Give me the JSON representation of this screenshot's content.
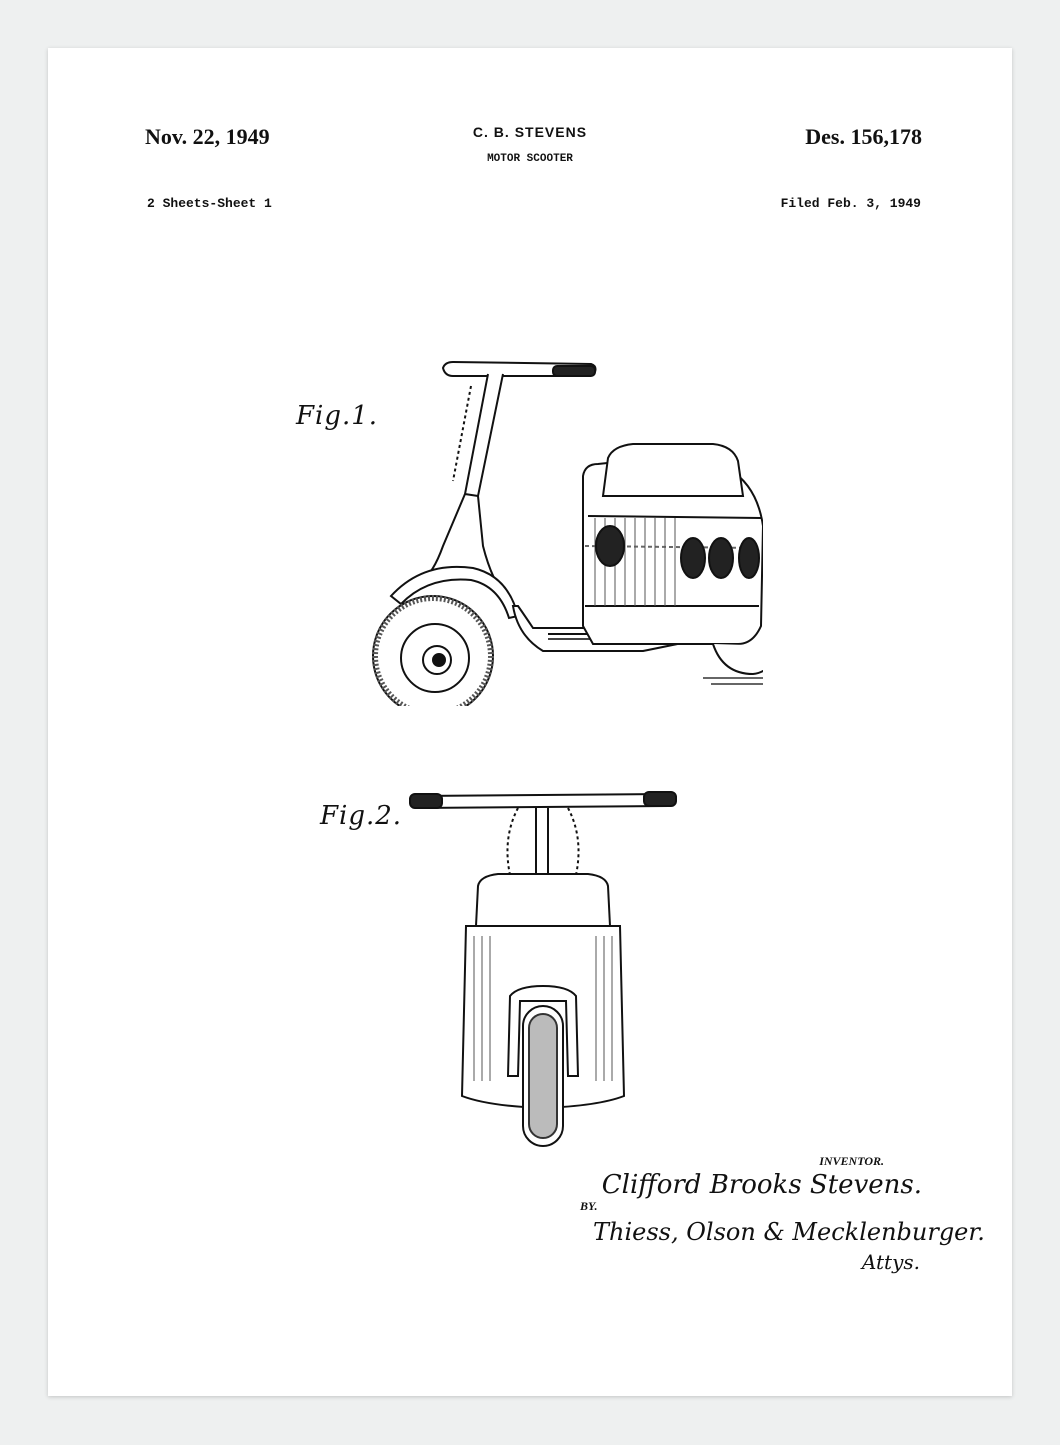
{
  "header": {
    "date": "Nov. 22, 1949",
    "inventor_short": "C. B. STEVENS",
    "title": "MOTOR SCOOTER",
    "patent_number": "Des. 156,178",
    "sheets": "2 Sheets-Sheet 1",
    "filed": "Filed Feb. 3, 1949"
  },
  "figures": {
    "fig1_label": "Fig.1.",
    "fig2_label": "Fig.2."
  },
  "signatures": {
    "inventor_label": "INVENTOR.",
    "inventor_name": "Clifford Brooks Stevens.",
    "by_label": "BY.",
    "attorney_name": "Thiess, Olson & Mecklenburger.",
    "attorneys_abbrev": "Attys."
  },
  "colors": {
    "background": "#eef0f0",
    "paper": "#ffffff",
    "ink": "#111111"
  }
}
